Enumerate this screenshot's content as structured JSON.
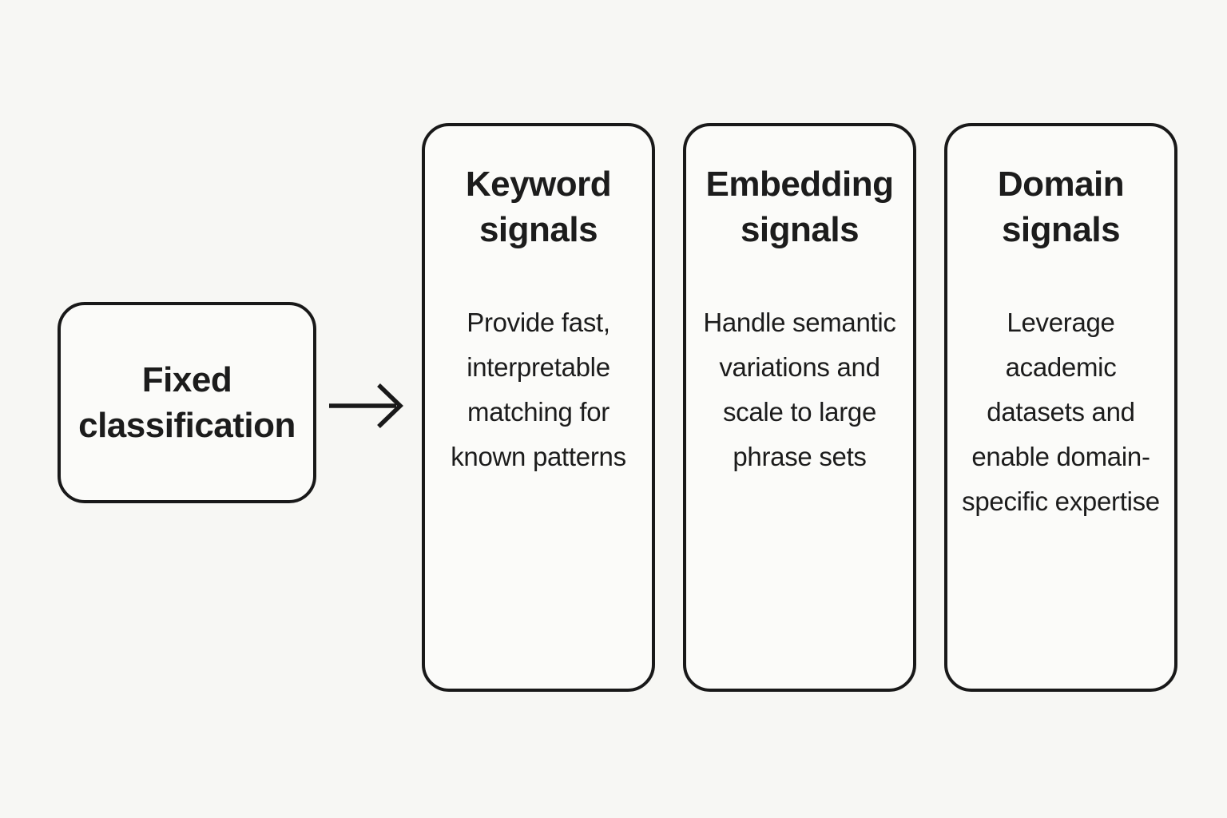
{
  "diagram": {
    "background_color": "#f7f7f4",
    "stroke_color": "#191919",
    "text_color": "#1c1c1c",
    "source_node": {
      "label": "Fixed classification"
    },
    "connector": {
      "type": "arrow-right",
      "from": "source_node",
      "to": "cards"
    },
    "cards": [
      {
        "title": "Keyword signals",
        "body": "Provide fast, interpretable matching for known patterns"
      },
      {
        "title": "Embedding signals",
        "body": "Handle semantic variations and scale to large phrase sets"
      },
      {
        "title": "Domain signals",
        "body": "Leverage academic datasets and enable domain-specific expertise"
      }
    ]
  }
}
